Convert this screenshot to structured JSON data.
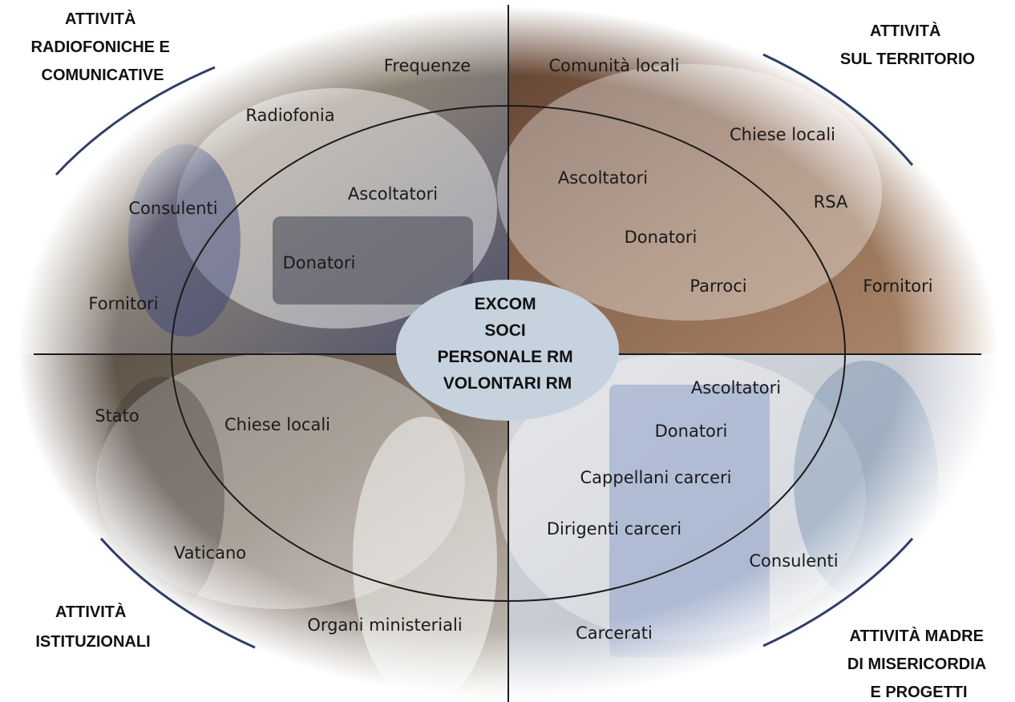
{
  "quadrants": {
    "top_left": {
      "title_lines": [
        "ATTIVITÀ",
        "RADIOFONICHE E",
        "COMUNICATIVE"
      ],
      "labels": [
        "Frequenze",
        "Radiofonia",
        "Ascoltatori",
        "Consulenti",
        "Donatori",
        "Fornitori"
      ],
      "photo_tint": "#8a7f74"
    },
    "top_right": {
      "title_lines": [
        "ATTIVITÀ",
        "SUL TERRITORIO"
      ],
      "labels": [
        "Comunità locali",
        "Chiese locali",
        "Ascoltatori",
        "RSA",
        "Donatori",
        "Parroci",
        "Fornitori"
      ],
      "photo_tint": "#8b6a52"
    },
    "bottom_left": {
      "title_lines": [
        "ATTIVITÀ",
        "ISTITUZIONALI"
      ],
      "labels": [
        "Stato",
        "Chiese locali",
        "Vaticano",
        "Organi ministeriali"
      ],
      "photo_tint": "#6e6258"
    },
    "bottom_right": {
      "title_lines": [
        "ATTIVITÀ MADRE",
        "DI MISERICORDIA",
        "E PROGETTI"
      ],
      "labels": [
        "Ascoltatori",
        "Donatori",
        "Cappellani carceri",
        "Dirigenti carceri",
        "Consulenti",
        "Carcerati"
      ],
      "photo_tint": "#c9ccd2"
    }
  },
  "center": {
    "lines": [
      "EXCOM",
      "SOCI",
      "PERSONALE RM",
      "VOLONTARI RM"
    ],
    "fill": "#c6d3df"
  },
  "colors": {
    "arc_color": "#2f3f66",
    "axis_color": "#1a1a1a"
  }
}
